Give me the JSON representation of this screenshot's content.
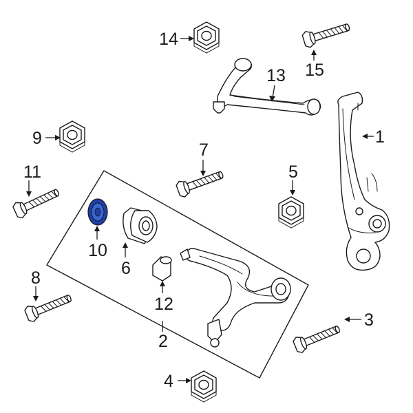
{
  "diagram": {
    "callouts": [
      {
        "id": "1",
        "text": "1"
      },
      {
        "id": "2",
        "text": "2"
      },
      {
        "id": "3",
        "text": "3"
      },
      {
        "id": "4",
        "text": "4"
      },
      {
        "id": "5",
        "text": "5"
      },
      {
        "id": "6",
        "text": "6"
      },
      {
        "id": "7",
        "text": "7"
      },
      {
        "id": "8",
        "text": "8"
      },
      {
        "id": "9",
        "text": "9"
      },
      {
        "id": "10",
        "text": "10"
      },
      {
        "id": "11",
        "text": "11"
      },
      {
        "id": "12",
        "text": "12"
      },
      {
        "id": "13",
        "text": "13"
      },
      {
        "id": "14",
        "text": "14"
      },
      {
        "id": "15",
        "text": "15"
      }
    ],
    "colors": {
      "line": "#1a1a1a",
      "highlight_fill": "#1f3fa8",
      "highlight_inner": "#3a66d6",
      "background": "#ffffff"
    }
  }
}
